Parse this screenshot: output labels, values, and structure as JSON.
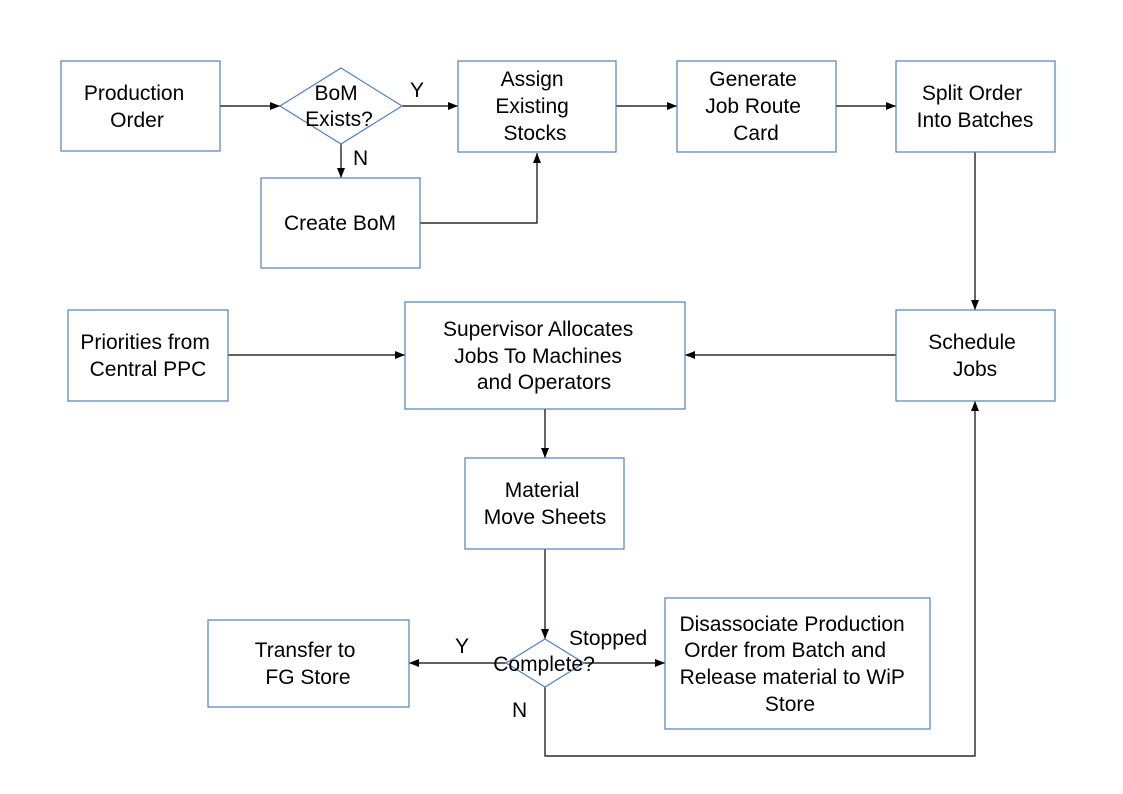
{
  "nodes": {
    "production_order": [
      "Production",
      "Order"
    ],
    "bom_exists": [
      "BoM",
      "Exists?"
    ],
    "assign_stocks": [
      "Assign",
      "Existing",
      "Stocks"
    ],
    "generate_card": [
      "Generate",
      "Job Route",
      "Card"
    ],
    "split_order": [
      "Split Order",
      "Into Batches"
    ],
    "create_bom": [
      "Create BoM"
    ],
    "priorities": [
      "Priorities from",
      "Central PPC"
    ],
    "supervisor": [
      "Supervisor Allocates",
      "Jobs To Machines",
      "and Operators"
    ],
    "schedule_jobs": [
      "Schedule",
      "Jobs"
    ],
    "material_move": [
      "Material",
      "Move Sheets"
    ],
    "complete": [
      "Complete?"
    ],
    "transfer_fg": [
      "Transfer to",
      "FG Store"
    ],
    "disassociate": [
      "Disassociate Production",
      "Order from Batch and",
      "Release material to WiP",
      "Store"
    ]
  },
  "edge_labels": {
    "bom_yes": "Y",
    "bom_no": "N",
    "complete_yes": "Y",
    "complete_stopped": "Stopped",
    "complete_no": "N"
  },
  "colors": {
    "box_border": "#4f81bd",
    "line": "#000000"
  }
}
